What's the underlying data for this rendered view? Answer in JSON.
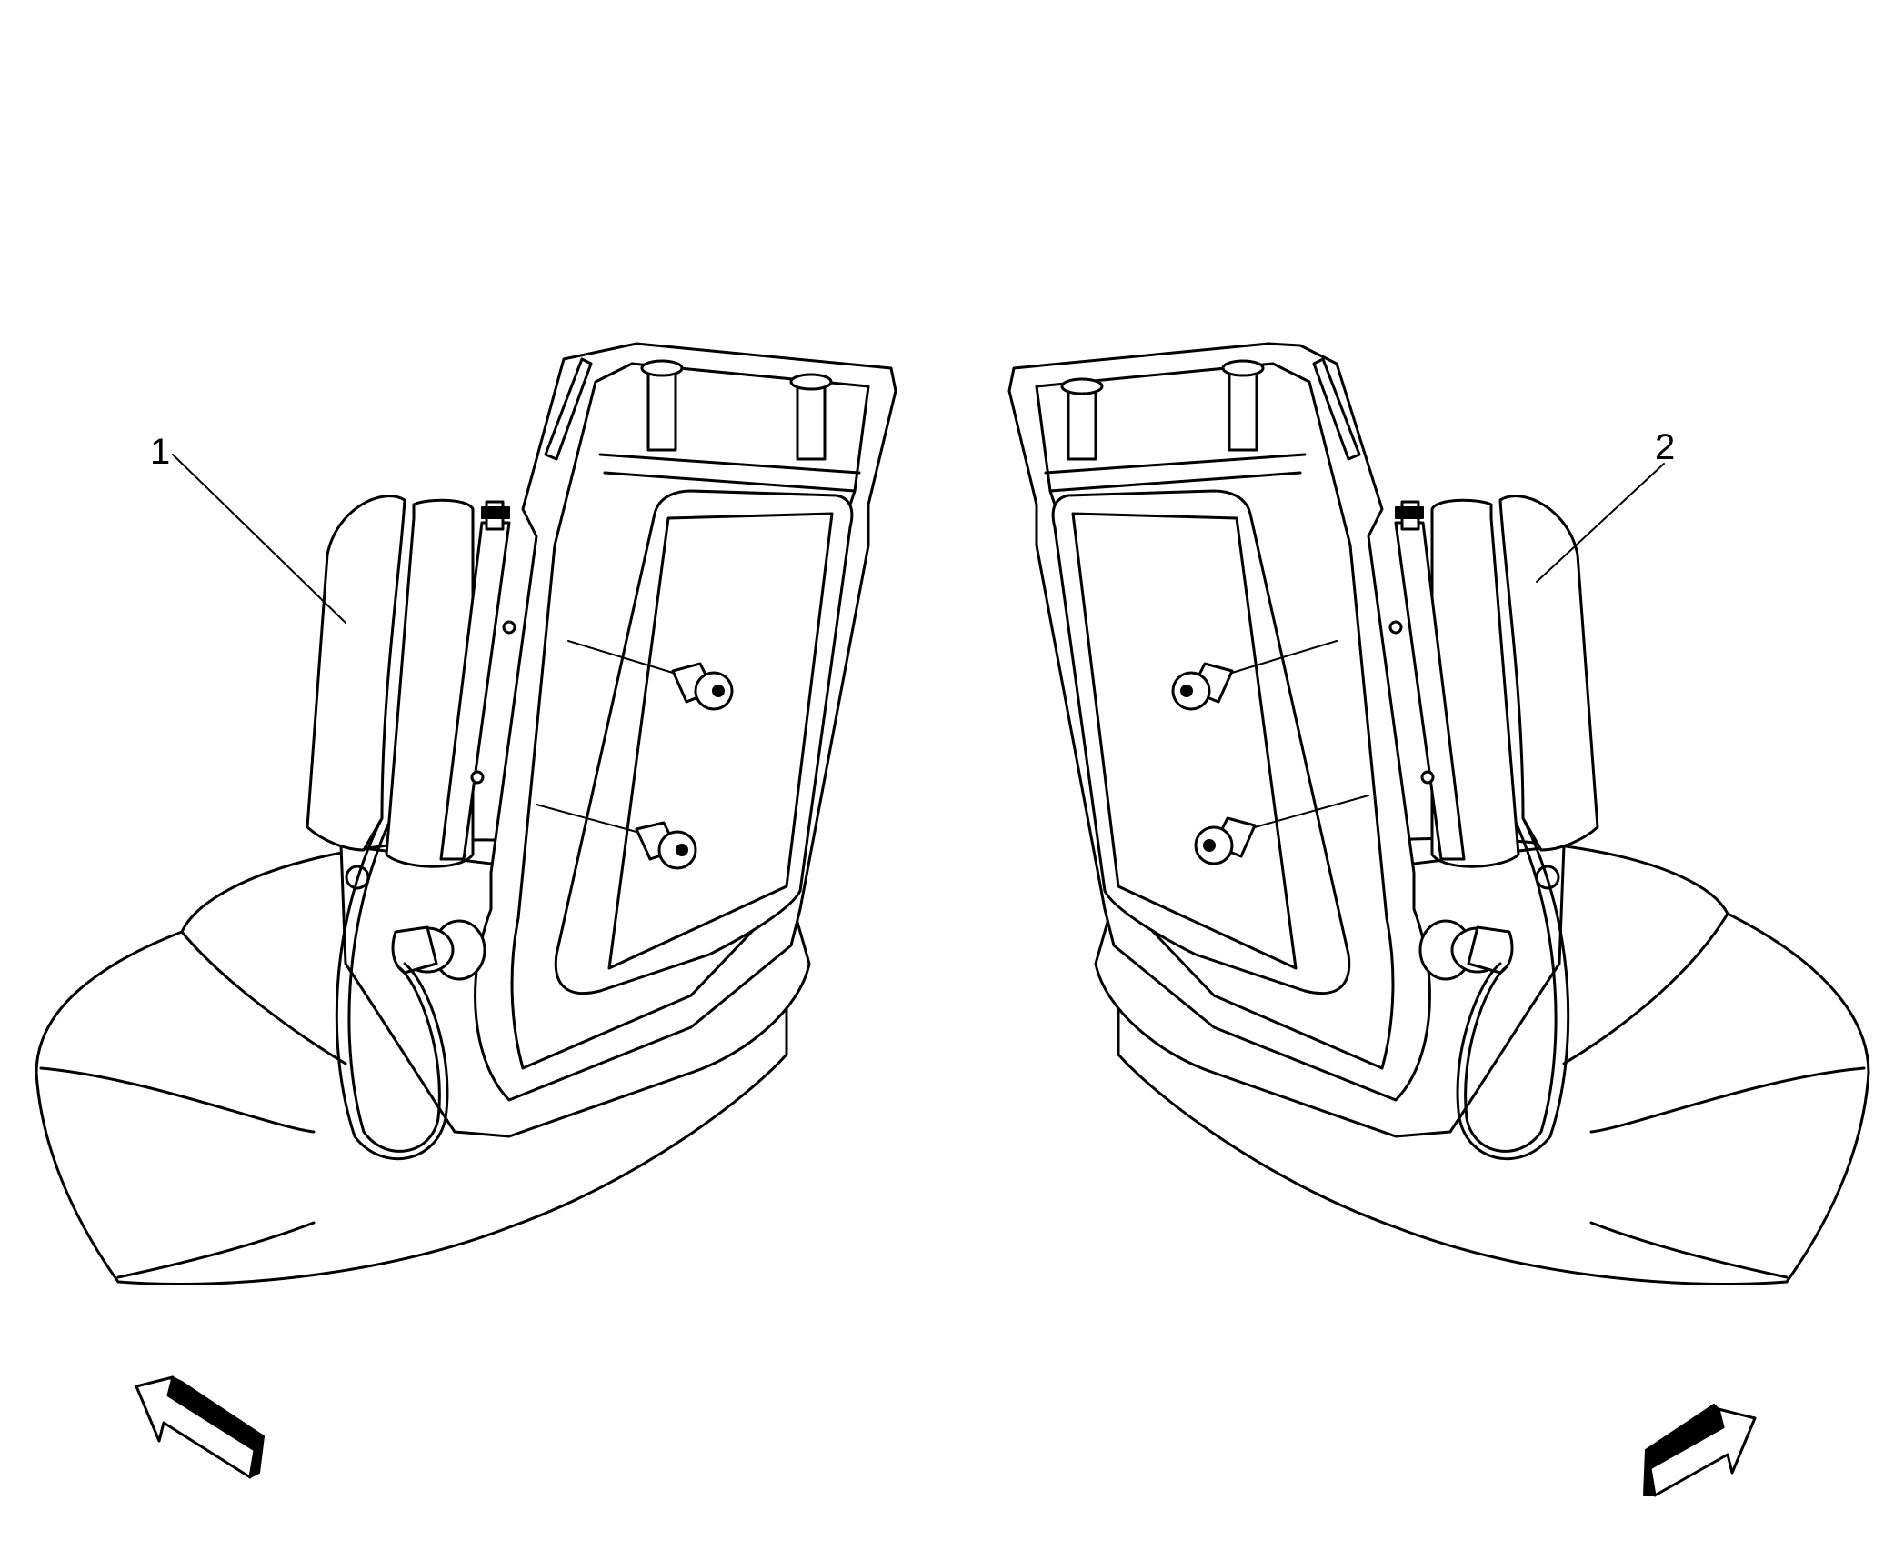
{
  "callouts": [
    {
      "id": "1",
      "label": "1"
    },
    {
      "id": "2",
      "label": "2"
    }
  ],
  "colors": {
    "line": "#000000",
    "background": "#ffffff"
  },
  "icons": [
    "seat-left",
    "seat-right",
    "side-airbag-module",
    "bolt",
    "direction-arrow"
  ]
}
